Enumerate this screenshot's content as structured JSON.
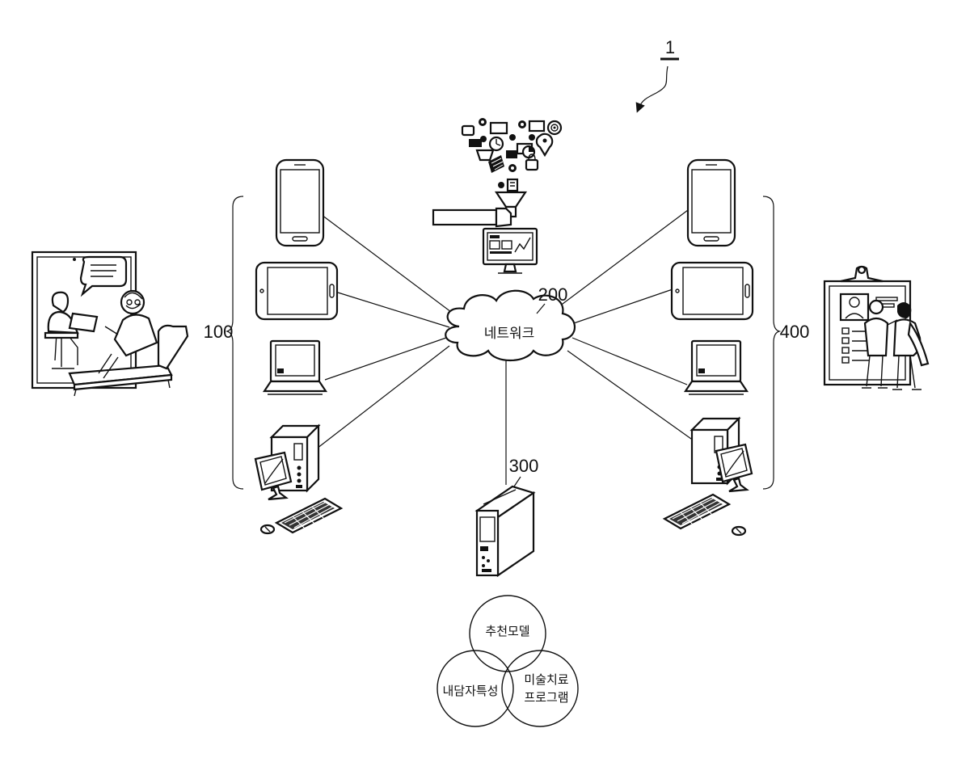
{
  "labels": {
    "system": "1",
    "client_devices": "100",
    "network_ref": "200",
    "server_ref": "300",
    "therapist_devices": "400",
    "network": "네트워크"
  },
  "venn": {
    "top": "추천모델",
    "left": "내담자특성",
    "right_line1": "미술치료",
    "right_line2": "프로그램"
  },
  "icons": [
    "counseling-scene-icon",
    "smartphone-icon",
    "tablet-icon",
    "laptop-icon",
    "desktop-computer-icon",
    "data-funnel-icon",
    "cloud-icon",
    "server-tower-icon",
    "presentation-board-icon"
  ]
}
